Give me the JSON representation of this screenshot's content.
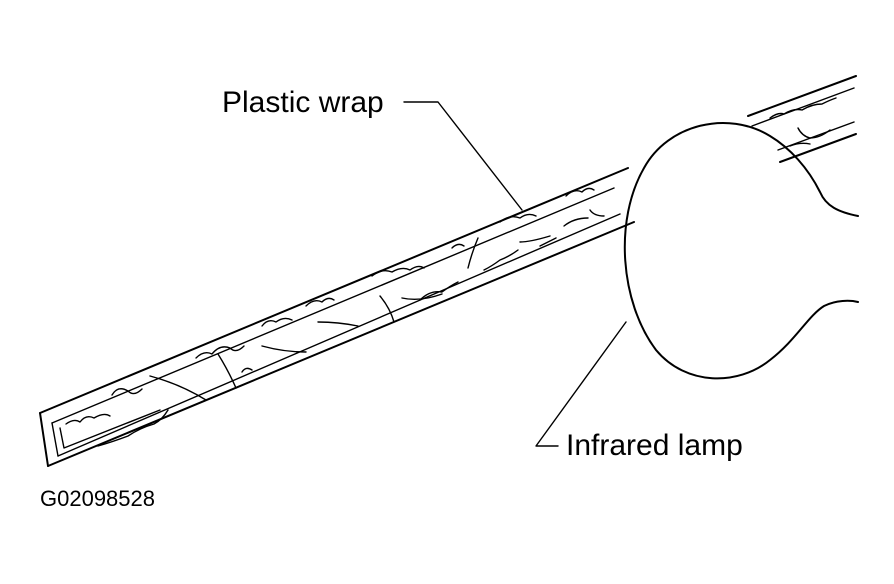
{
  "labels": {
    "plastic_wrap": "Plastic wrap",
    "infrared_lamp": "Infrared lamp",
    "figure_id": "G02098528"
  },
  "colors": {
    "ink": "#000000",
    "background": "#ffffff"
  }
}
